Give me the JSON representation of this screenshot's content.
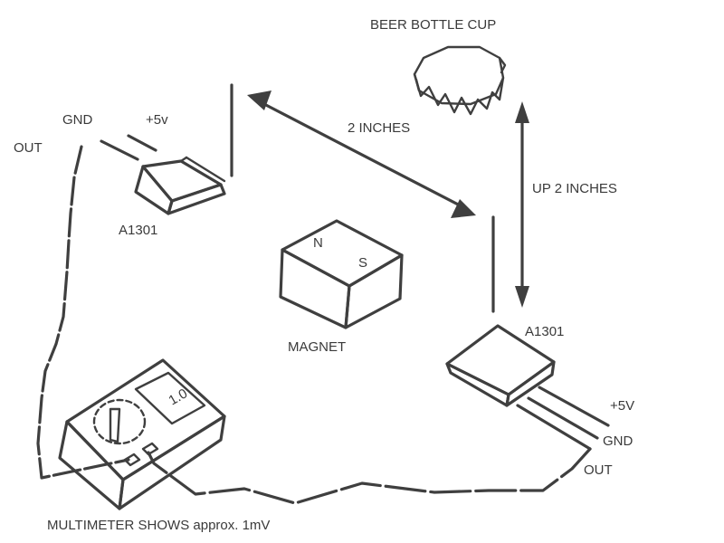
{
  "diagram": {
    "labels": {
      "beer_bottle_cup": "BEER BOTTLE CUP",
      "two_inches": "2 INCHES",
      "up_two_inches": "UP 2 INCHES",
      "magnet": "MAGNET",
      "north": "N",
      "south": "S",
      "sensor_left": "A1301",
      "sensor_right": "A1301",
      "left_gnd": "GND",
      "left_plus5": "+5v",
      "left_out": "OUT",
      "right_plus5": "+5V",
      "right_gnd": "GND",
      "right_out": "OUT",
      "meter_display": "1.0",
      "multimeter_caption": "MULTIMETER SHOWS approx. 1mV"
    },
    "colors": {
      "line": "#3f3f3f",
      "text": "#3a3a3a",
      "background": "#ffffff"
    }
  }
}
